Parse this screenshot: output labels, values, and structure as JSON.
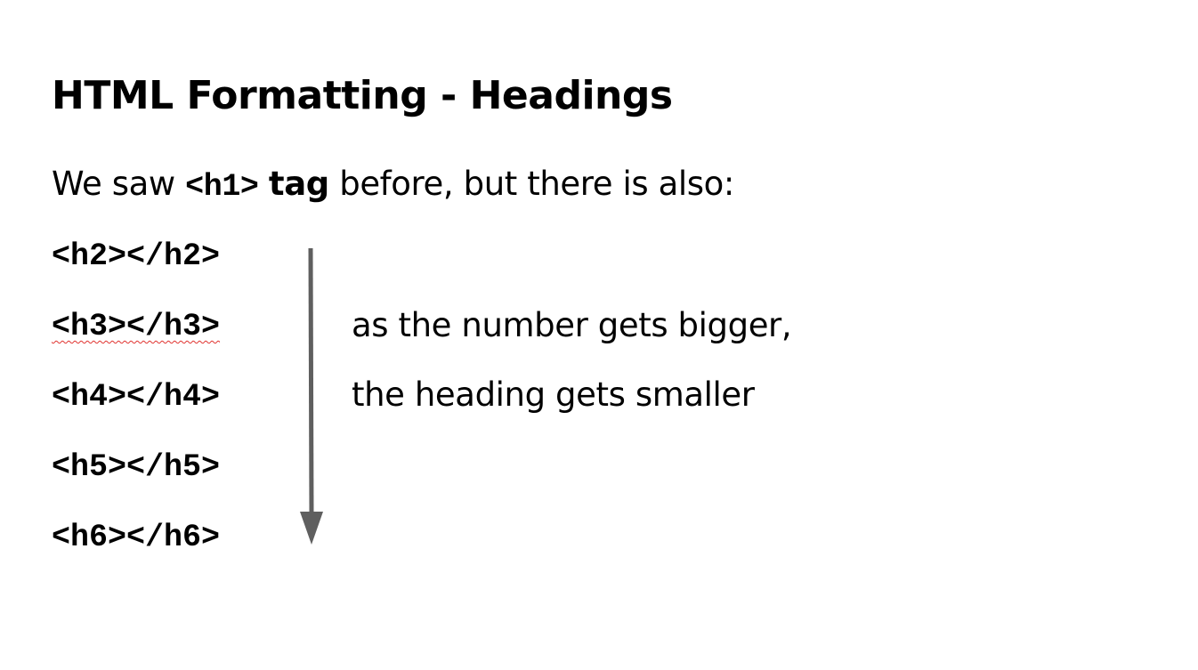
{
  "slide": {
    "title": "HTML Formatting - Headings",
    "intro": {
      "prefix": "We saw ",
      "code": "<h1>",
      "bold_word": "tag",
      "suffix": " before, but there is also:"
    },
    "tags": [
      "<h2></h2>",
      "<h3></h3>",
      "<h4></h4>",
      "<h5></h5>",
      "<h6></h6>"
    ],
    "notes": [
      "as the number gets bigger,",
      "the heading gets smaller"
    ],
    "colors": {
      "text": "#000000",
      "arrow": "#5f5f5f",
      "spellcheck": "#e0322f"
    }
  }
}
